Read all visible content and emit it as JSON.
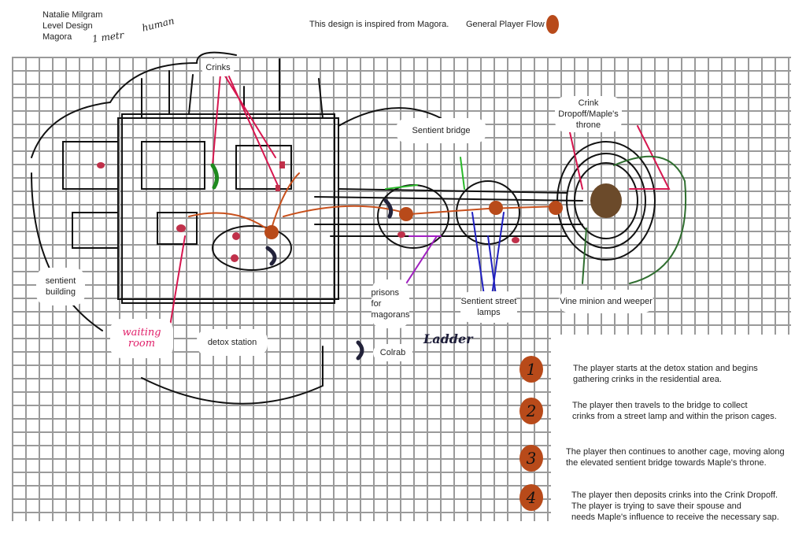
{
  "header": {
    "author": "Natalie Milgram",
    "subtitle": "Level Design",
    "project": "Magora",
    "inspiration": "This design is inspired from Magora.",
    "legend_label": "General Player Flow",
    "legend_color": "#b84a1a"
  },
  "scale": {
    "unit": "1 metr",
    "human": "human"
  },
  "labels": {
    "crinks": "Crinks",
    "sentient_bridge": "Sentient bridge",
    "crink_dropoff": "Crink Dropoff/Maple's throne",
    "sentient_building": "sentient building",
    "waiting_room": "waiting room",
    "detox_station": "detox station",
    "prisons": "prisons for magorans",
    "street_lamps": "Sentient street lamps",
    "vine_minion": "Vine minion and weeper",
    "colrab": "Colrab",
    "ladder": "Ladder"
  },
  "steps": [
    {
      "number": "1",
      "lines": [
        "The player starts at the detox station and begins",
        "gathering crinks in the residential area."
      ]
    },
    {
      "number": "2",
      "lines": [
        "The player then travels to the bridge to collect",
        "crinks from a street lamp and within the prison cages."
      ]
    },
    {
      "number": "3",
      "lines": [
        "The player then continues to another cage, moving along",
        "the elevated sentient bridge towards Maple's throne."
      ]
    },
    {
      "number": "4",
      "lines": [
        "The player then deposits crinks into the Crink Dropoff.",
        "The player is trying to save their spouse and",
        "needs Maple's influence to receive the necessary sap."
      ]
    }
  ],
  "colors": {
    "flow": "#b84a1a",
    "crink": "#d6174f",
    "sketch": "#111111"
  }
}
